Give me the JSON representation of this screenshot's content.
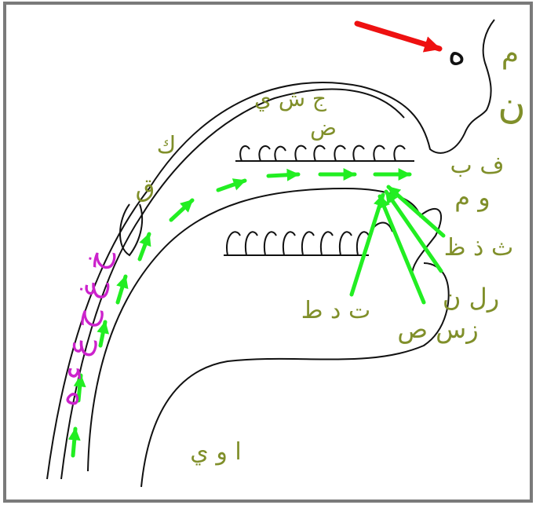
{
  "colors": {
    "outline": "#111111",
    "label": "#808f2a",
    "arrow_green": "#22ee22",
    "arrow_red": "#ee1111",
    "throat": "#cc22cc",
    "frame_border": "#7a7a7a"
  },
  "labels": {
    "nasal": "م",
    "nasal2": "ن",
    "hah_symbol": "ه",
    "palate": "ج ش ي",
    "dad": "ض",
    "kaf": "ك",
    "qaf": "ق",
    "lips_fb": "ف ب",
    "lips_wm": "و م",
    "interdental": "ث ذ ظ",
    "lateral": "رل ن",
    "sibilant": "زس ص",
    "alveolar": "ت د ط",
    "vowels": "ا و ي",
    "throat": "خ غ ح ع ء ه"
  }
}
